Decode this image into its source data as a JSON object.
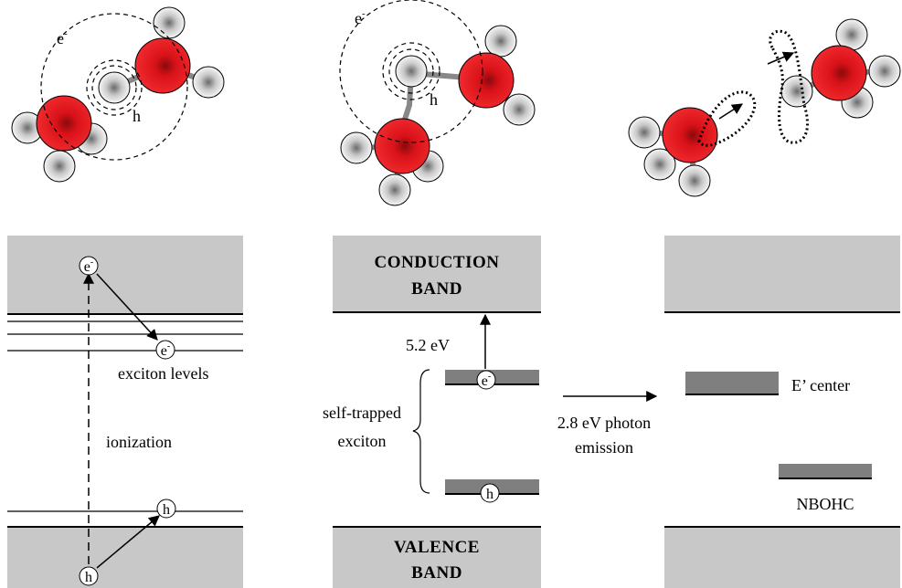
{
  "labels": {
    "electron": "e",
    "electron_sup": "-",
    "hole": "h",
    "exciton_levels": "exciton levels",
    "ionization": "ionization",
    "conduction_band_line1": "CONDUCTION",
    "conduction_band_line2": "BAND",
    "valence_band_line1": "VALENCE",
    "valence_band_line2": "BAND",
    "gap_energy": "5.2 eV",
    "self_trapped_line1": "self-trapped",
    "self_trapped_line2": "exciton",
    "photon_line1": "2.8 eV photon",
    "photon_line2": "emission",
    "e_center": "E’ center",
    "nbohc": "NBOHC"
  },
  "colors": {
    "band_fill": "#c8c8c8",
    "level_fill": "#7f7f7f",
    "oxygen": "#e8141c",
    "hydrogen": "#ffffff",
    "line": "#000000"
  }
}
